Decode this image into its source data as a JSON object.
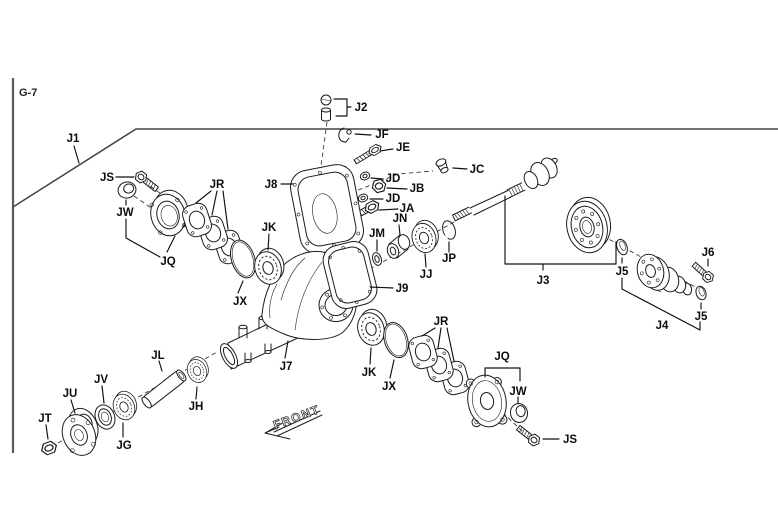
{
  "page_code": "G-7",
  "front_label": "FRONT",
  "labels": {
    "j1": "J1",
    "j2": "J2",
    "jf": "JF",
    "je": "JE",
    "jc": "JC",
    "jd_upper": "JD",
    "jb": "JB",
    "jd_lower": "JD",
    "ja": "JA",
    "j8": "J8",
    "jn": "JN",
    "jm": "JM",
    "jj": "JJ",
    "jp": "JP",
    "j9": "J9",
    "j3": "J3",
    "j5_left": "J5",
    "j6": "J6",
    "j5_right": "J5",
    "j4": "J4",
    "js_left": "JS",
    "jw_left": "JW",
    "jq_left": "JQ",
    "jr_left": "JR",
    "jk_left": "JK",
    "jx_left": "JX",
    "j7": "J7",
    "jk_right": "JK",
    "jx_right": "JX",
    "jr_right": "JR",
    "jq_right": "JQ",
    "jw_right": "JW",
    "js_right": "JS",
    "jl": "JL",
    "jv": "JV",
    "ju": "JU",
    "jt": "JT",
    "jg": "JG",
    "jh": "JH"
  }
}
